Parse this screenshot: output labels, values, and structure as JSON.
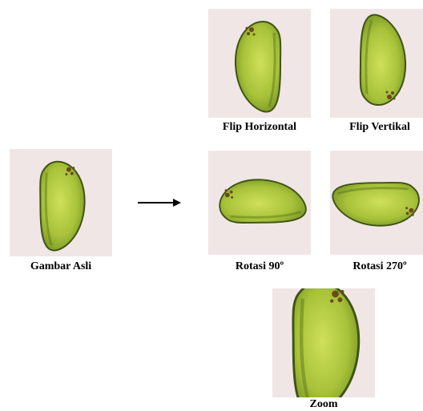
{
  "figure": {
    "original": {
      "label": "Gambar Asli"
    },
    "flip_horizontal": {
      "label": "Flip Horizontal"
    },
    "flip_vertical": {
      "label": "Flip Vertikal"
    },
    "rotate_90": {
      "label": "Rotasi 90º"
    },
    "rotate_270": {
      "label": "Rotasi 270º"
    },
    "zoom": {
      "label": "Zoom"
    }
  },
  "colors": {
    "tile_background": "#f1e6e6",
    "mango_light": "#c3d84a",
    "mango_dark": "#6f8e22",
    "mango_outline": "#3f5414",
    "spot": "#6a4a1c"
  }
}
